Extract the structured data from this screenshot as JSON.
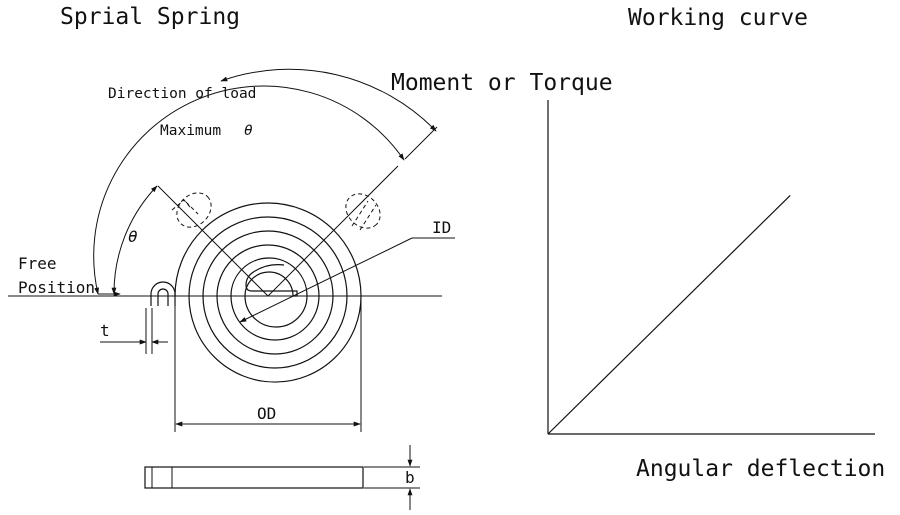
{
  "left_panel": {
    "title": "Sprial Spring",
    "labels": {
      "direction_of_load": "Direction of load",
      "maximum": "Maximum",
      "theta_symbol": "θ",
      "free": "Free",
      "position": "Position",
      "t": "t",
      "id": "ID",
      "od": "OD",
      "b": "b"
    }
  },
  "right_panel": {
    "title": "Working curve",
    "y_axis_label": "Moment or Torque",
    "x_axis_label": "Angular deflection"
  },
  "chart_data": {
    "type": "line",
    "title": "Working curve",
    "xlabel": "Angular deflection",
    "ylabel": "Moment or Torque",
    "series": [
      {
        "x": [
          0,
          1
        ],
        "y": [
          0,
          1
        ]
      }
    ],
    "xlim": [
      0,
      1.35
    ],
    "ylim": [
      0,
      1.4
    ],
    "grid": false,
    "tick_labels": false
  },
  "colors": {
    "ink": "#111111",
    "background": "#ffffff"
  }
}
